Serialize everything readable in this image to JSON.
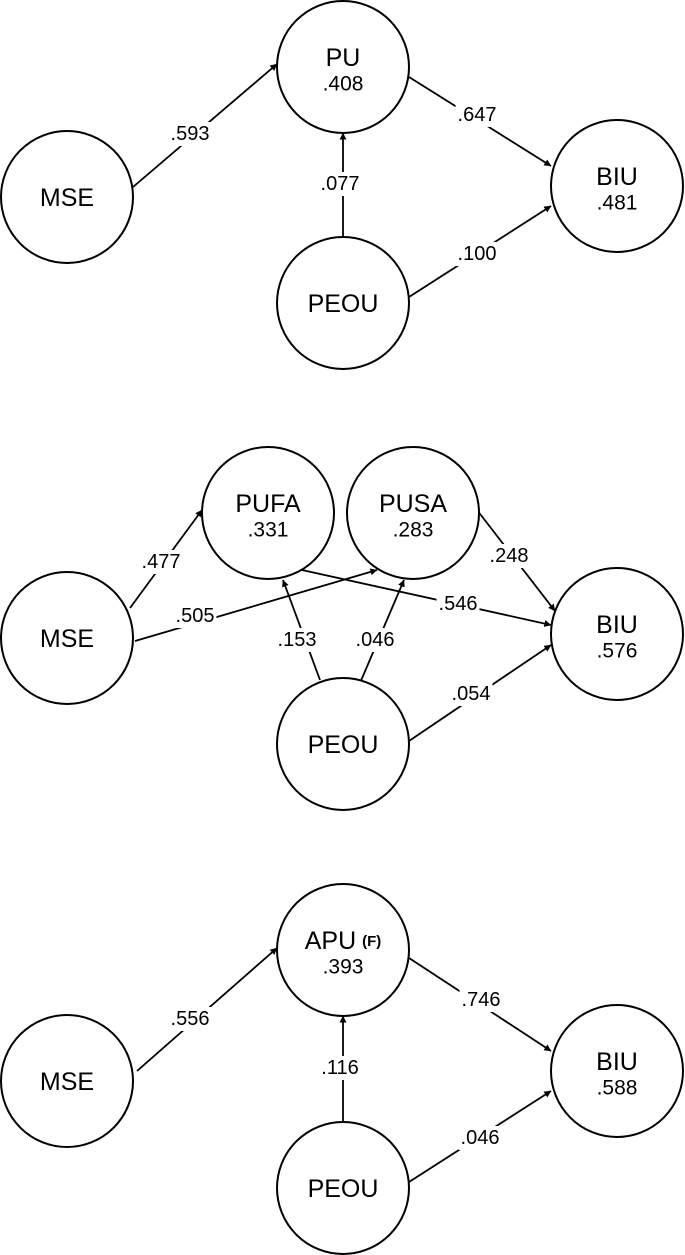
{
  "panels": [
    {
      "id": "panel-1",
      "nodes": [
        {
          "id": "PU",
          "label": "PU",
          "value": ".408"
        },
        {
          "id": "MSE",
          "label": "MSE",
          "value": ""
        },
        {
          "id": "BIU",
          "label": "BIU",
          "value": ".481"
        },
        {
          "id": "PEOU",
          "label": "PEOU",
          "value": ""
        }
      ],
      "edges": [
        {
          "from": "MSE",
          "to": "PU",
          "label": ".593"
        },
        {
          "from": "PU",
          "to": "BIU",
          "label": ".647"
        },
        {
          "from": "PEOU",
          "to": "PU",
          "label": ".077"
        },
        {
          "from": "PEOU",
          "to": "BIU",
          "label": ".100"
        }
      ]
    },
    {
      "id": "panel-2",
      "nodes": [
        {
          "id": "PUFA",
          "label": "PUFA",
          "value": ".331"
        },
        {
          "id": "PUSA",
          "label": "PUSA",
          "value": ".283"
        },
        {
          "id": "MSE",
          "label": "MSE",
          "value": ""
        },
        {
          "id": "BIU",
          "label": "BIU",
          "value": ".576"
        },
        {
          "id": "PEOU",
          "label": "PEOU",
          "value": ""
        }
      ],
      "edges": [
        {
          "from": "MSE",
          "to": "PUFA",
          "label": ".477"
        },
        {
          "from": "MSE",
          "to": "PUSA",
          "label": ".505"
        },
        {
          "from": "PUFA",
          "to": "BIU",
          "label": ".546"
        },
        {
          "from": "PUSA",
          "to": "BIU",
          "label": ".248"
        },
        {
          "from": "PEOU",
          "to": "PUFA",
          "label": ".153"
        },
        {
          "from": "PEOU",
          "to": "PUSA",
          "label": ".046"
        },
        {
          "from": "PEOU",
          "to": "BIU",
          "label": ".054"
        }
      ]
    },
    {
      "id": "panel-3",
      "nodes": [
        {
          "id": "APU",
          "label": "APU",
          "suffix": "(F)",
          "value": ".393"
        },
        {
          "id": "MSE",
          "label": "MSE",
          "value": ""
        },
        {
          "id": "BIU",
          "label": "BIU",
          "value": ".588"
        },
        {
          "id": "PEOU",
          "label": "PEOU",
          "value": ""
        }
      ],
      "edges": [
        {
          "from": "MSE",
          "to": "APU",
          "label": ".556"
        },
        {
          "from": "APU",
          "to": "BIU",
          "label": ".746"
        },
        {
          "from": "PEOU",
          "to": "APU",
          "label": ".116"
        },
        {
          "from": "PEOU",
          "to": "BIU",
          "label": ".046"
        }
      ]
    }
  ]
}
